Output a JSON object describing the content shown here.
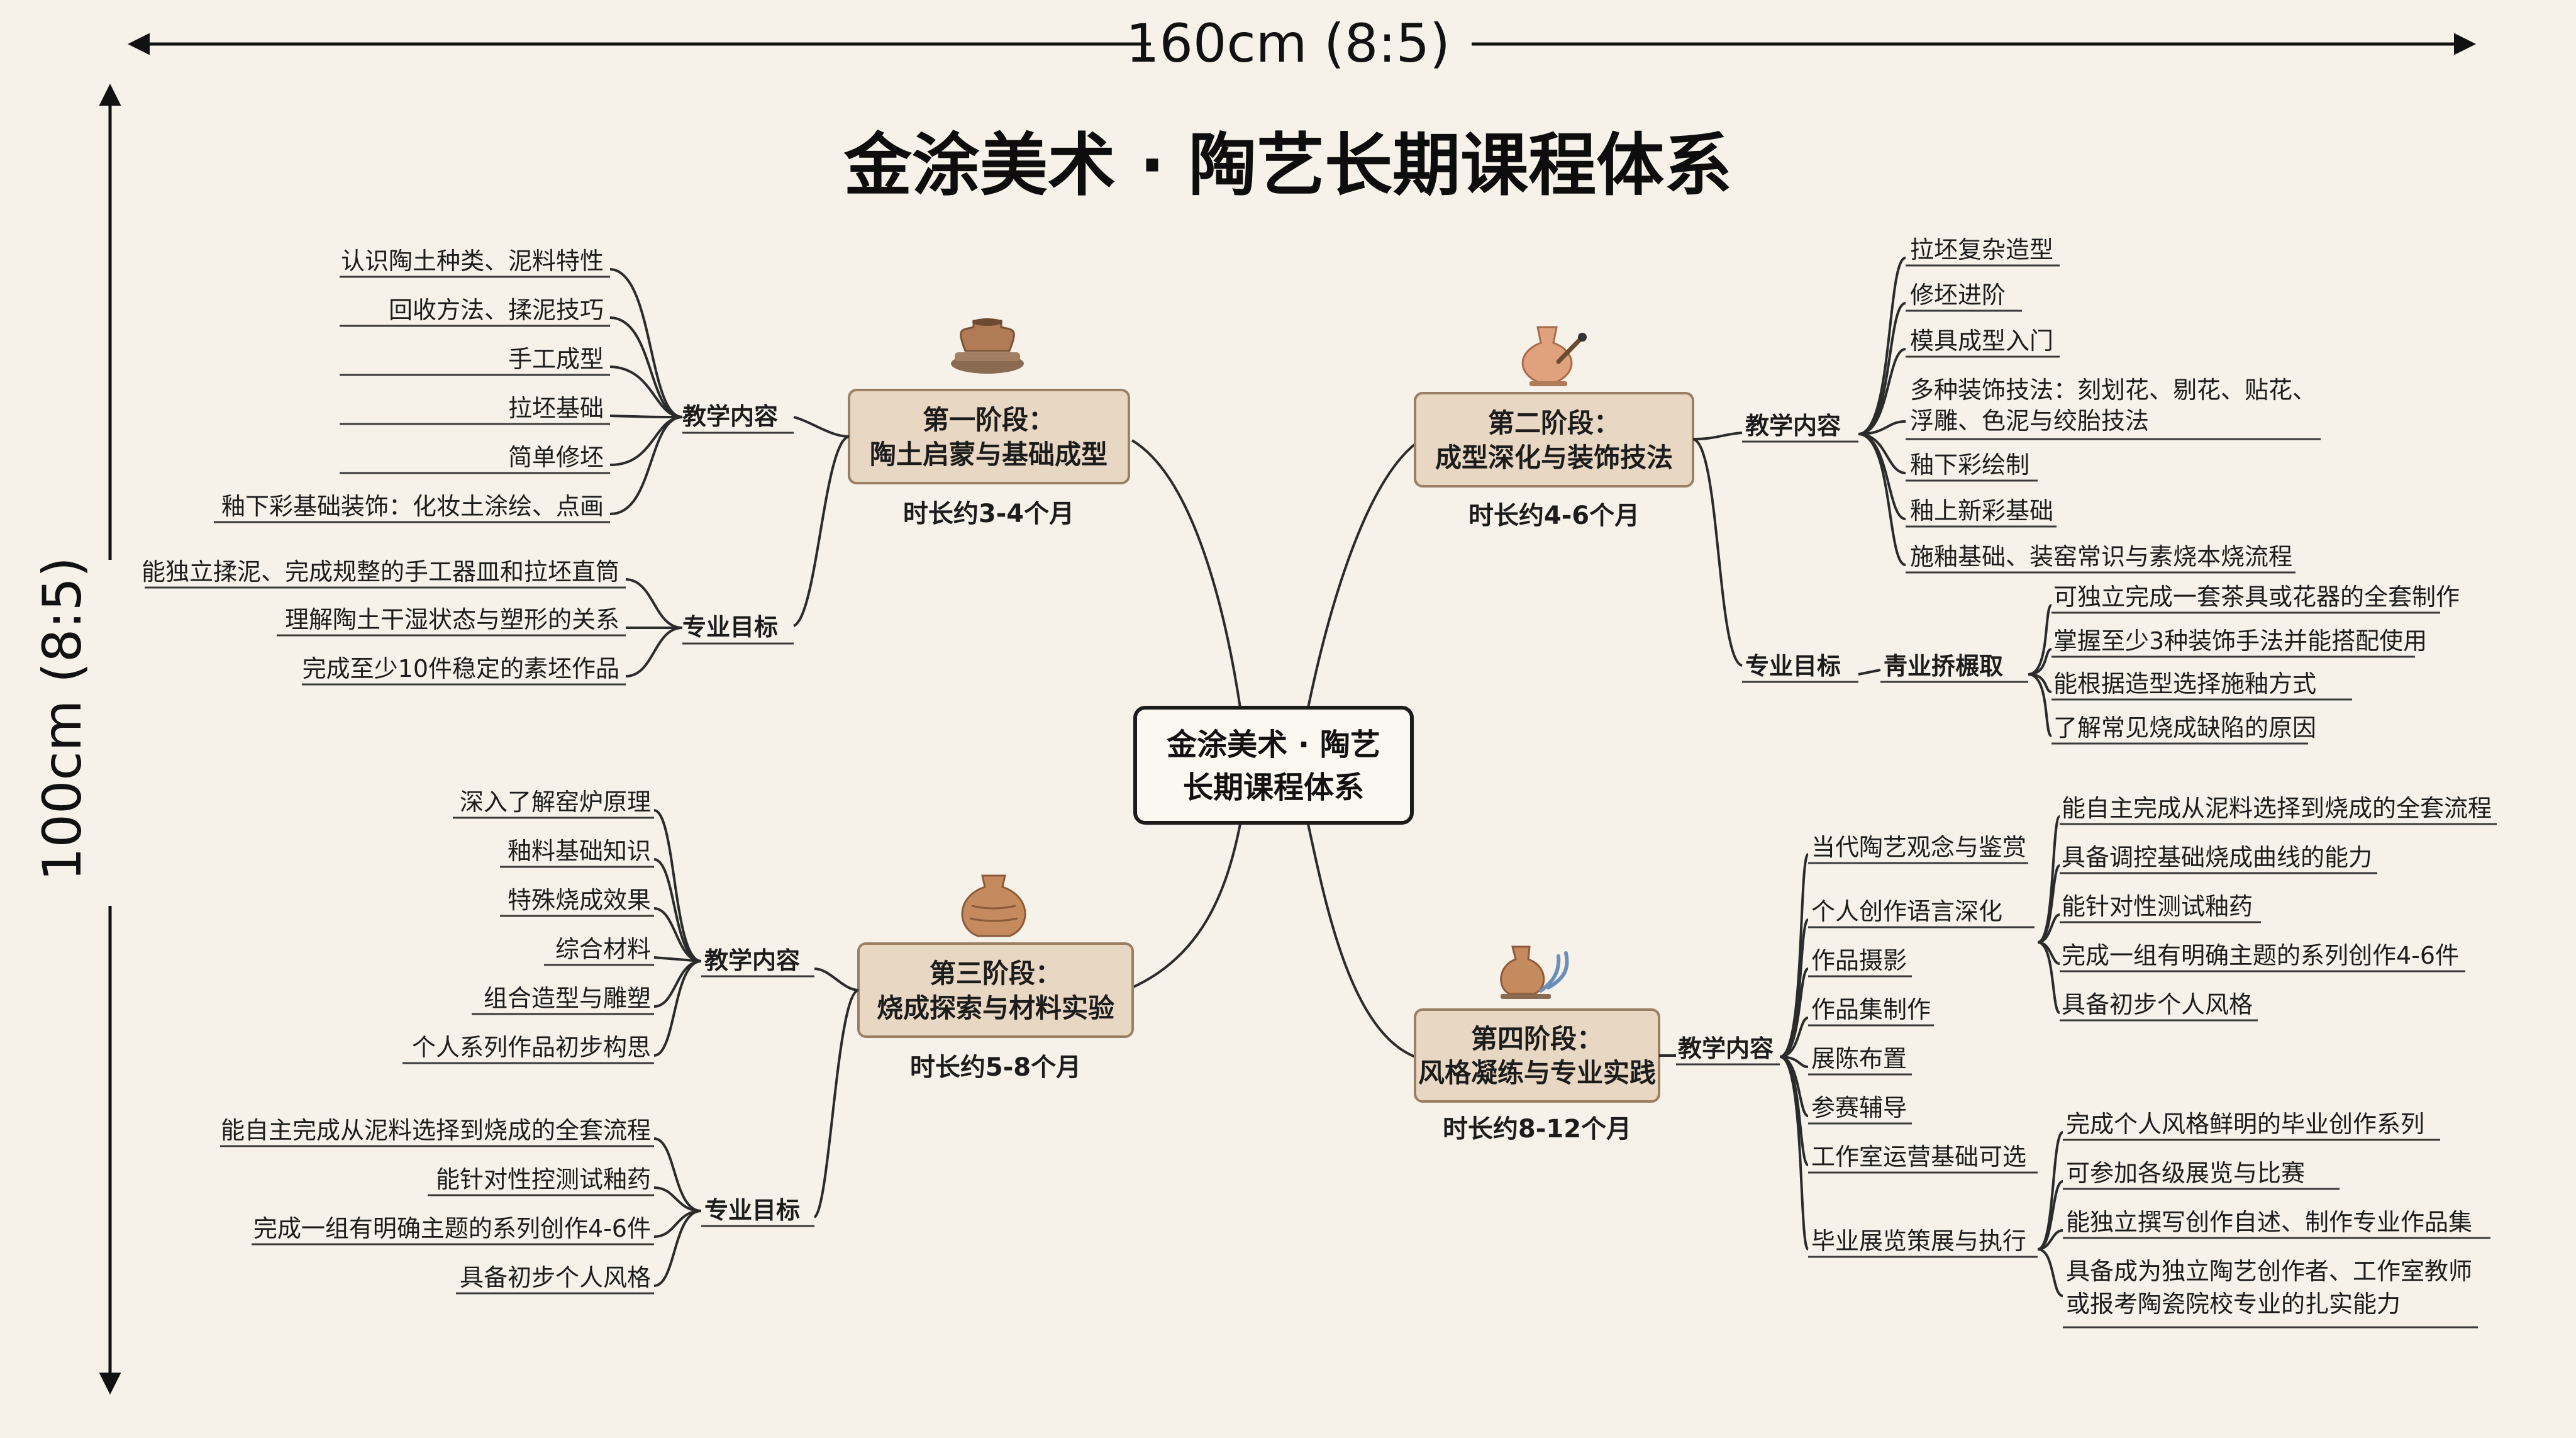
{
  "dimensions": {
    "width_label": "160cm (8:5)",
    "height_label": "100cm (8:5)"
  },
  "title": "金涂美术 · 陶艺长期课程体系",
  "center": {
    "line1": "金涂美术 · 陶艺",
    "line2": "长期课程体系"
  },
  "labels": {
    "teach": "教学内容",
    "goal": "专业目标",
    "sub_goal": "靑业挢榐取"
  },
  "stages": [
    {
      "line1": "第一阶段：",
      "line2": "陶土启蒙与基础成型",
      "duration": "时长约3-4个月",
      "teach": [
        "认识陶土种类、泥料特性",
        "回收方法、揉泥技巧",
        "手工成型",
        "拉坯基础",
        "简单修坯",
        "釉下彩基础装饰：化妆土涂绘、点画"
      ],
      "goals": [
        "能独立揉泥、完成规整的手工器皿和拉坯直筒",
        "理解陶土干湿状态与塑形的关系",
        "完成至少10件稳定的素坯作品"
      ]
    },
    {
      "line1": "第二阶段：",
      "line2": "成型深化与装饰技法",
      "duration": "时长约4-6个月",
      "teach": [
        "拉坯复杂造型",
        "修坯进阶",
        "模具成型入门",
        "多种装饰技法：刻划花、剔花、贴花、",
        "浮雕、色泥与绞胎技法",
        "釉下彩绘制",
        "釉上新彩基础",
        "施釉基础、装窑常识与素烧本烧流程"
      ],
      "goals": [
        "可独立完成一套茶具或花器的全套制作",
        "掌握至少3种装饰手法并能搭配使用",
        "能根据造型选择施釉方式",
        "了解常见烧成缺陷的原因"
      ]
    },
    {
      "line1": "第三阶段：",
      "line2": "烧成探索与材料实验",
      "duration": "时长约5-8个月",
      "teach": [
        "深入了解窑炉原理",
        "釉料基础知识",
        "特殊烧成效果",
        "综合材料",
        "组合造型与雕塑",
        "个人系列作品初步构思"
      ],
      "goals": [
        "能自主完成从泥料选择到烧成的全套流程",
        "能针对性控测试釉药",
        "完成一组有明确主题的系列创作4-6件",
        "具备初步个人风格"
      ]
    },
    {
      "line1": "第四阶段：",
      "line2": "风格凝练与专业实践",
      "duration": "时长约8-12个月",
      "teach": [
        "当代陶艺观念与鉴赏",
        "个人创作语言深化",
        "作品摄影",
        "作品集制作",
        "展陈布置",
        "参赛辅导",
        "工作室运营基础可选",
        "毕业展览策展与执行"
      ],
      "goals_a": [
        "能自主完成从泥料选择到烧成的全套流程",
        "具备调控基础烧成曲线的能力",
        "能针对性测试釉药",
        "完成一组有明确主题的系列创作4-6件",
        "具备初步个人风格"
      ],
      "goals_b": [
        "完成个人风格鲜明的毕业创作系列",
        "可参加各级展览与比赛",
        "能独立撰写创作自述、制作专业作品集",
        "具备成为独立陶艺创作者、工作室教师",
        "或报考陶瓷院校专业的扎实能力"
      ]
    }
  ],
  "icons": [
    "pottery-wheel-icon",
    "vase-brush-icon",
    "clay-jar-icon",
    "potter-hands-icon"
  ],
  "colors": {
    "background": "#f6f2e9",
    "stage_box": "#e8d8c3",
    "stage_border": "#9a7f63",
    "line": "#2b2b2b",
    "text": "#1c1c1c"
  }
}
